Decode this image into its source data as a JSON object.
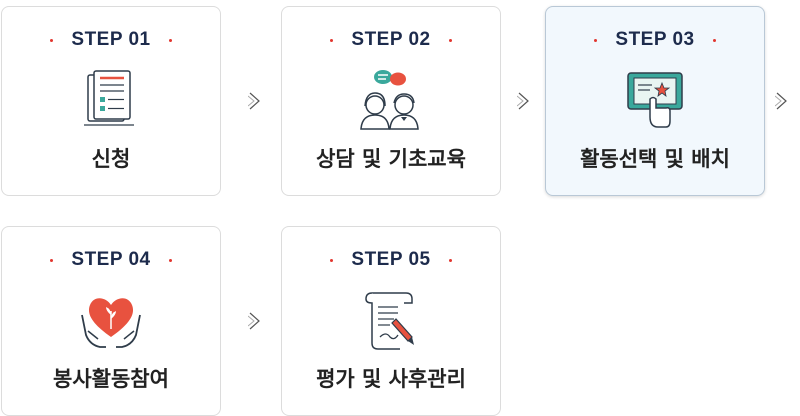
{
  "steps": [
    {
      "step_label": "STEP 01",
      "title": "신청",
      "icon": "application-form-icon",
      "active": false
    },
    {
      "step_label": "STEP 02",
      "title": "상담 및 기초교육",
      "icon": "consultation-icon",
      "active": false
    },
    {
      "step_label": "STEP 03",
      "title": "활동선택 및 배치",
      "icon": "tablet-selection-icon",
      "active": true
    },
    {
      "step_label": "STEP 04",
      "title": "봉사활동참여",
      "icon": "heart-hands-icon",
      "active": false
    },
    {
      "step_label": "STEP 05",
      "title": "평가 및 사후관리",
      "icon": "evaluation-scroll-icon",
      "active": false
    }
  ],
  "colors": {
    "accent": "#e2362f",
    "step_text": "#1d2b4c",
    "active_bg": "#f2f8fd",
    "icon_dark": "#2f3c4a",
    "icon_teal": "#3aa89c",
    "icon_red": "#e8523f"
  }
}
